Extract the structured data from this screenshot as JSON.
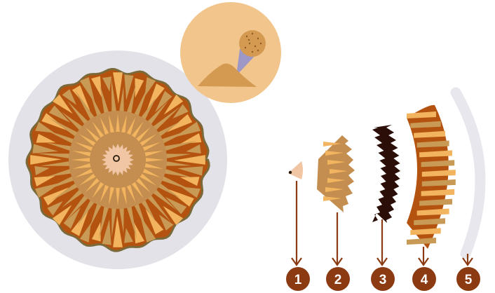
{
  "colors": {
    "background": "#ffffff",
    "outer_disc": "#e4e2e9",
    "ring_border": "#7a6a3a",
    "dark_brown": "#b4530f",
    "tan": "#c99a55",
    "light_orange": "#f2b45e",
    "inner_tan": "#c38e4f",
    "core_pink": "#f0c6a4",
    "core_dot": "#2a1a0a",
    "inset_bg": "#f1c58b",
    "sand": "#d59a52",
    "beam": "#8f8fd0",
    "black_layer": "#2b0e08",
    "pale_layer": "#e9e7ee",
    "arrow": "#8b3a12",
    "badge": "#8b3a12",
    "badge_text": "#ffffff"
  },
  "icons": {
    "inset": "sand-grain-magnifier-icon",
    "arrows": "down-arrow-icon"
  },
  "layers": [
    {
      "label": "1",
      "name": "layer-1"
    },
    {
      "label": "2",
      "name": "layer-2"
    },
    {
      "label": "3",
      "name": "layer-3"
    },
    {
      "label": "4",
      "name": "layer-4"
    },
    {
      "label": "5",
      "name": "layer-5"
    }
  ]
}
